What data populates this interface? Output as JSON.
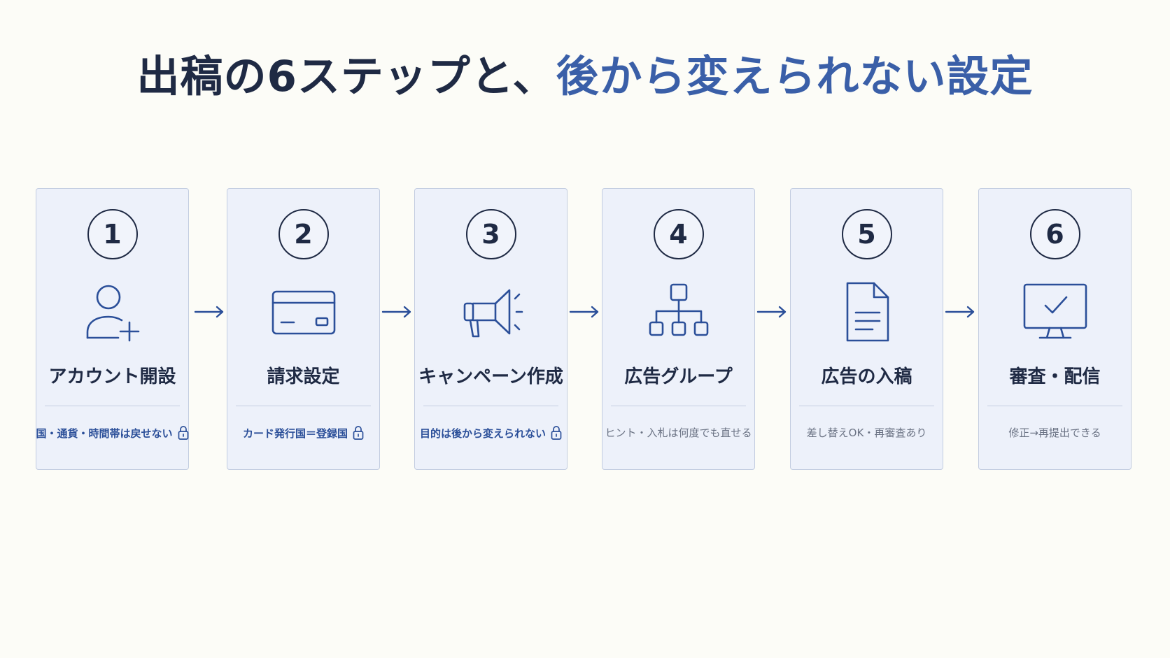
{
  "title": {
    "part1": "出稿の6ステップと、",
    "part2": "後から変えられない設定"
  },
  "colors": {
    "dark": "#1f2a44",
    "accent": "#3a5fa8",
    "locked_note": "#2b4f99",
    "open_note": "#6b7384"
  },
  "steps": [
    {
      "number": "1",
      "icon": "user-add-icon",
      "title": "アカウント開設",
      "note": "国・通貨・時間帯は戻せない",
      "locked": true
    },
    {
      "number": "2",
      "icon": "credit-card-icon",
      "title": "請求設定",
      "note": "カード発行国＝登録国",
      "locked": true
    },
    {
      "number": "3",
      "icon": "megaphone-icon",
      "title": "キャンペーン作成",
      "note": "目的は後から変えられない",
      "locked": true
    },
    {
      "number": "4",
      "icon": "hierarchy-icon",
      "title": "広告グループ",
      "note": "ヒント・入札は何度でも直せる",
      "locked": false
    },
    {
      "number": "5",
      "icon": "document-icon",
      "title": "広告の入稿",
      "note": "差し替えOK・再審査あり",
      "locked": false
    },
    {
      "number": "6",
      "icon": "monitor-check-icon",
      "title": "審査・配信",
      "note": "修正→再提出できる",
      "locked": false
    }
  ]
}
